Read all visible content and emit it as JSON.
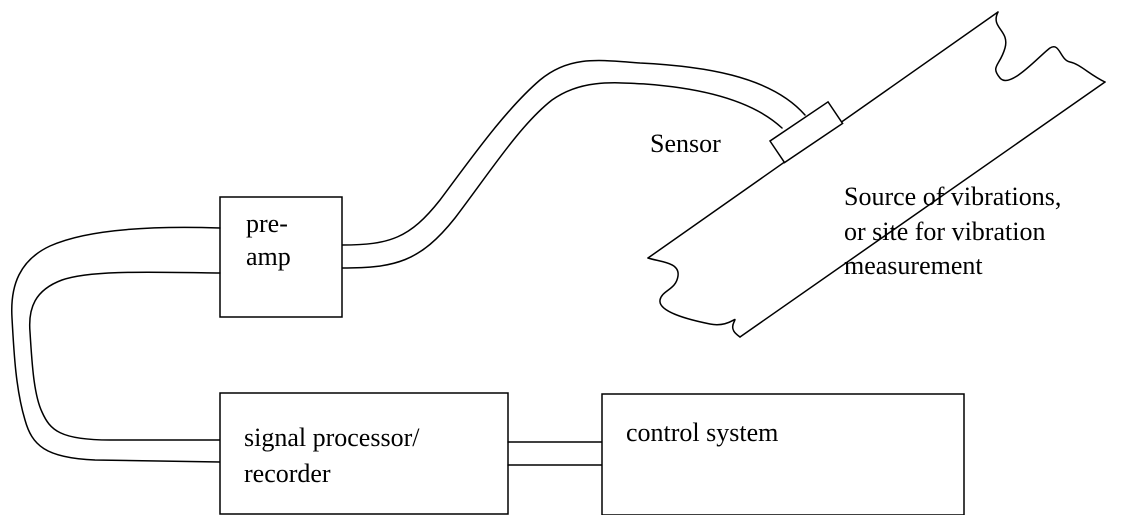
{
  "labels": {
    "sensor": "Sensor",
    "preamp": [
      "pre-",
      "amp"
    ],
    "source": [
      "Source of vibrations,",
      "or site for vibration",
      "measurement"
    ],
    "signal_processor": [
      "signal processor/",
      "recorder"
    ],
    "control_system": "control system"
  }
}
